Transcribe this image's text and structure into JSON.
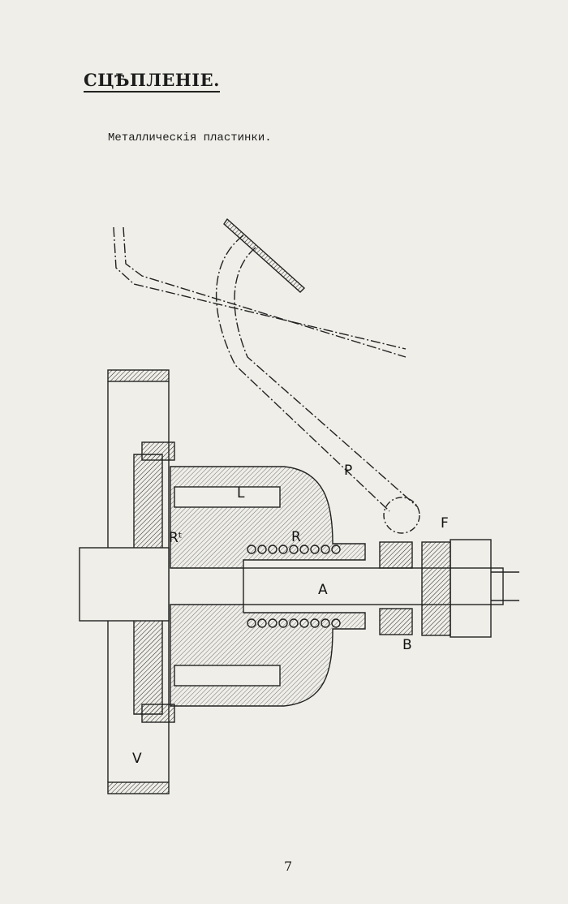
{
  "page": {
    "title": "СЦѢПЛЕНІЕ.",
    "subtitle": "Металлическія пластинки.",
    "page_number": "7"
  },
  "diagram": {
    "labels": {
      "pedal": "P",
      "l_part": "L",
      "r_prime": "Rᵗ",
      "r_spring": "R",
      "shaft": "A",
      "f_part": "F",
      "bearing": "B",
      "flywheel": "V"
    }
  }
}
